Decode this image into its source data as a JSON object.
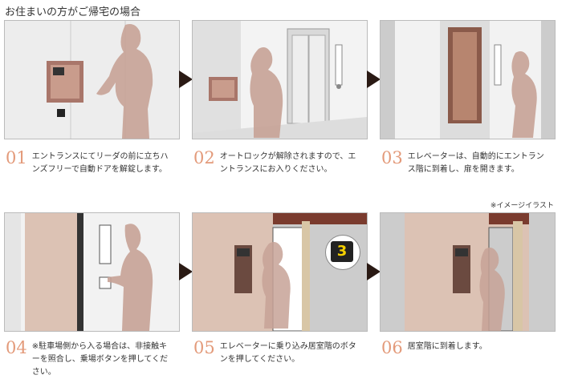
{
  "title": "お住まいの方がご帰宅の場合",
  "note": "※イメージイラスト",
  "steps": [
    {
      "num": "01",
      "text": "エントランスにてリーダの前に立ちハンズフリーで自動ドアを解錠します。"
    },
    {
      "num": "02",
      "text": "オートロックが解除されますので、エントランスにお入りください。"
    },
    {
      "num": "03",
      "text": "エレベーターは、自動的にエントランス階に到着し、扉を開きます。"
    },
    {
      "num": "04",
      "text": "※駐車場側から入る場合は、非接触キーを照合し、乗場ボタンを押してください。"
    },
    {
      "num": "05",
      "text": "エレベーターに乗り込み居室階のボタンを押してください。"
    },
    {
      "num": "06",
      "text": "居室階に到着します。"
    }
  ],
  "floor_badge": "3",
  "colors": {
    "accent": "#e39a7a",
    "figure": "#c7a296",
    "panel": "#a9766a"
  }
}
